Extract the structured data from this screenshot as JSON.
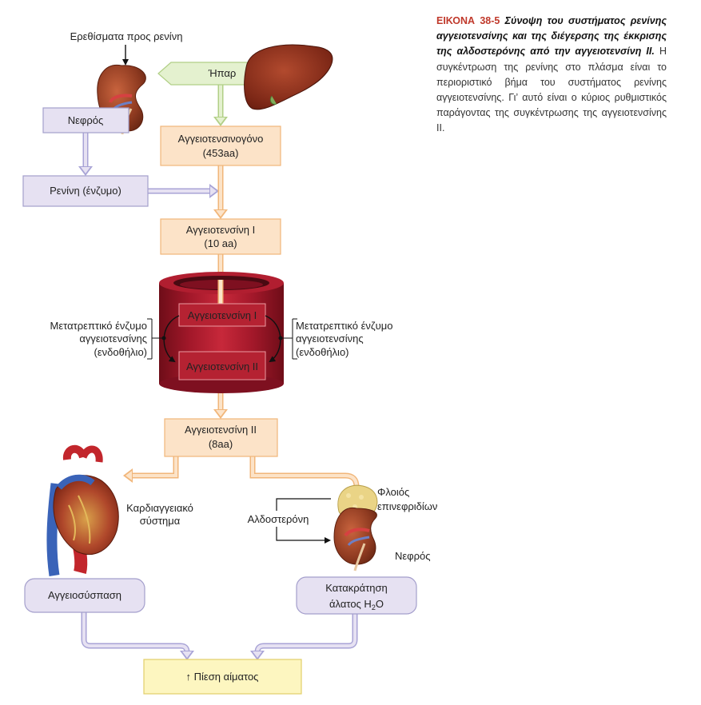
{
  "caption": {
    "label": "ΕΙΚΟΝΑ 38-5",
    "title": "Σύνοψη του συστήματος ρενίνης αγγειοτενσίνης και της διέγερσης της έκκρισης της αλδοστερόνης από την αγγειοτενσίνη ΙΙ.",
    "body": "Η συγκέντρωση της ρενίνης στο πλάσμα είναι το περιοριστικό βήμα του συστήματος ρενίνης αγγειοτενσίνης. Γι’ αυτό είναι ο κύριος ρυθμιστικός παράγοντας της συγκέντρωσης της αγγειοτενσίνης ΙΙ."
  },
  "stimulus_label": "Ερεθίσματα προς ρενίνη",
  "kidney_label": "Νεφρός",
  "renin_label": "Ρενίνη (ένζυμο)",
  "liver_label": "Ήπαρ",
  "angiotensinogen": {
    "line1": "Αγγειοτενσινογόνο",
    "line2": "(453aa)"
  },
  "angiotensin1": {
    "line1": "Αγγειοτενσίνη Ι",
    "line2": "(10 aa)"
  },
  "vessel_ang1": "Αγγειοτενσίνη Ι",
  "vessel_ang2": "Αγγειοτενσίνη ΙΙ",
  "ace_left": {
    "line1": "Μετατρεπτικό ένζυμο",
    "line2": "αγγειοτενσίνης",
    "line3": "(ενδοθήλιο)"
  },
  "ace_right": {
    "line1": "Μετατρεπτικό ένζυμο",
    "line2": "αγγειοτενσίνης",
    "line3": "(ενδοθήλιο)"
  },
  "angiotensin2": {
    "line1": "Αγγειοτενσίνη ΙΙ",
    "line2": "(8aa)"
  },
  "cardio_label": {
    "line1": "Καρδιαγγειακό",
    "line2": "σύστημα"
  },
  "adrenal_label": {
    "line1": "Φλοιός",
    "line2": "επινεφριδίων"
  },
  "aldosterone_label": "Αλδοστερόνη",
  "kidney2_label": "Νεφρός",
  "vasoconstriction": "Αγγειοσύσπαση",
  "retention": {
    "line1": "Κατακράτηση",
    "line2_a": "άλατος H",
    "line2_sub": "2",
    "line2_b": "O"
  },
  "bp_label": "↑  Πίεση αίματος",
  "colors": {
    "caption_label": "#c0392b",
    "orange_box": "#fce3c8",
    "purple_box": "#e6e1f2",
    "yellow_box": "#fdf6c0",
    "green_box": "#e4f1cf",
    "vessel": "#a3182a"
  }
}
